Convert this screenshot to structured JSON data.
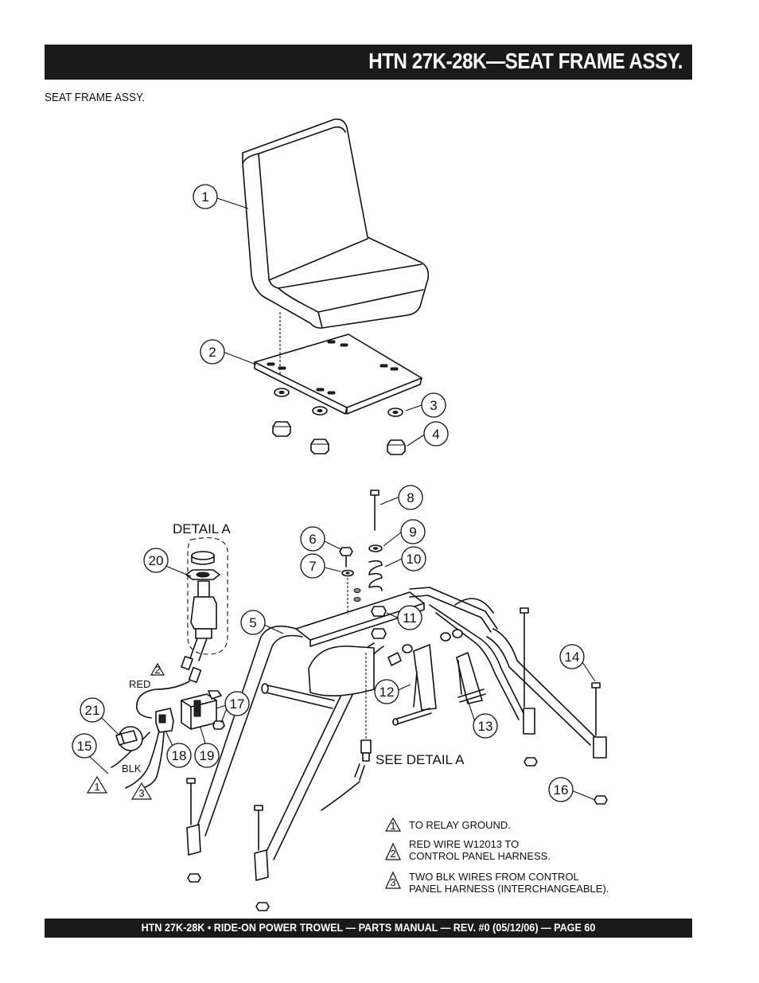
{
  "header": {
    "title": "HTN 27K-28K—SEAT FRAME  ASSY."
  },
  "subtitle": "SEAT FRAME ASSY.",
  "callouts": [
    "1",
    "2",
    "3",
    "4",
    "5",
    "6",
    "7",
    "8",
    "9",
    "10",
    "11",
    "12",
    "13",
    "14",
    "15",
    "16",
    "17",
    "18",
    "19",
    "20",
    "21"
  ],
  "labels": {
    "detail_a": "DETAIL A",
    "see_detail_a": "SEE DETAIL A",
    "red": "RED",
    "blk": "BLK"
  },
  "notes": [
    {
      "num": "1",
      "lines": [
        "TO RELAY GROUND."
      ]
    },
    {
      "num": "2",
      "lines": [
        "RED WIRE W12013 TO",
        "CONTROL PANEL HARNESS."
      ]
    },
    {
      "num": "3",
      "lines": [
        "TWO BLK WIRES FROM CONTROL",
        "PANEL HARNESS (INTERCHANGEABLE)."
      ]
    }
  ],
  "note_markers": [
    "1",
    "2",
    "3"
  ],
  "footer": {
    "text": "HTN 27K-28K  • RIDE-ON POWER TROWEL —  PARTS MANUAL — REV. #0 (05/12/06) — PAGE 60"
  }
}
